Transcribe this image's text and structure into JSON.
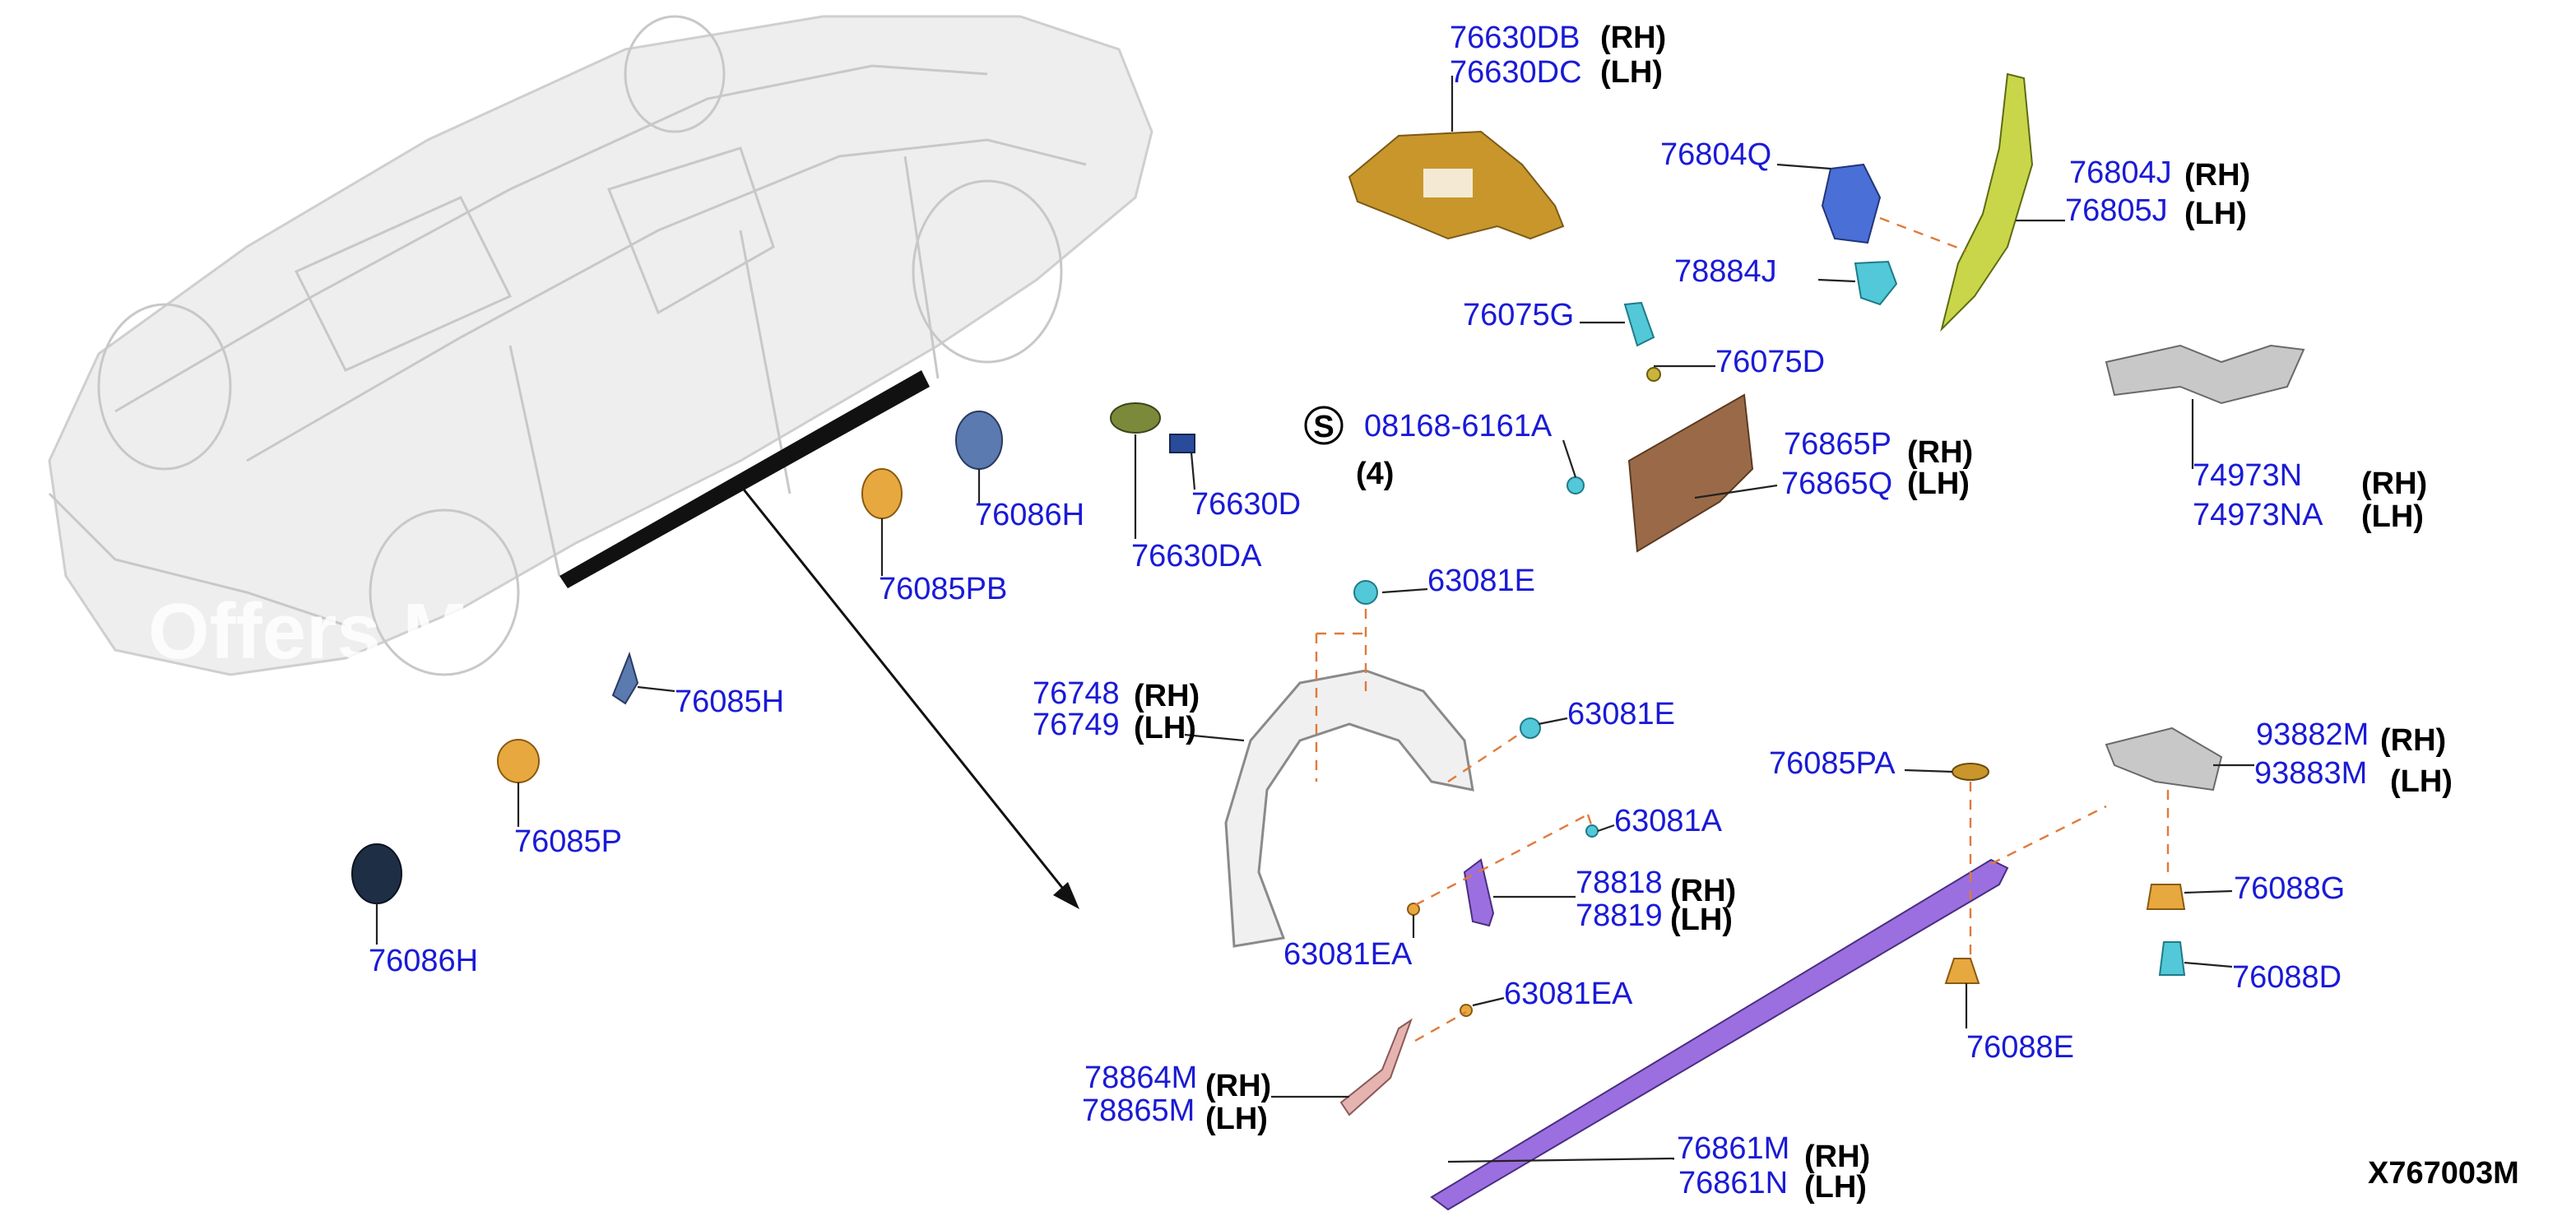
{
  "figure_code": "X767003M",
  "watermark": "Offers M",
  "note_s_symbol": "S",
  "note_qty": "(4)",
  "labels": {
    "p76630DB": "76630DB",
    "p76630DC": "76630DC",
    "p76804Q": "76804Q",
    "p76804J": "76804J",
    "p76805J": "76805J",
    "p78884J": "78884J",
    "p76075G": "76075G",
    "p76075D": "76075D",
    "p08168": "08168-6161A",
    "p76865P": "76865P",
    "p76865Q": "76865Q",
    "p74973N": "74973N",
    "p74973NA": "74973NA",
    "p76086H_a": "76086H",
    "p76630D": "76630D",
    "p76630DA": "76630DA",
    "p76085PB": "76085PB",
    "p63081E_a": "63081E",
    "p63081E_b": "63081E",
    "p76748": "76748",
    "p76749": "76749",
    "p76085H": "76085H",
    "p76085P": "76085P",
    "p76086H_b": "76086H",
    "p63081A": "63081A",
    "p78818": "78818",
    "p78819": "78819",
    "p63081EA_a": "63081EA",
    "p63081EA_b": "63081EA",
    "p76085PA": "76085PA",
    "p93882M": "93882M",
    "p93883M": "93883M",
    "p76088G": "76088G",
    "p76088D": "76088D",
    "p76088E": "76088E",
    "p78864M": "78864M",
    "p78865M": "78865M",
    "p76861M": "76861M",
    "p76861N": "76861N"
  },
  "side": {
    "rh": "(RH)",
    "lh": "(LH)"
  },
  "colors": {
    "label_blue": "#1a1ad6",
    "side_black": "#000000",
    "dashed_orange": "#e07a3a",
    "sill_purple": "#9b6fe0",
    "bracket_gold": "#c8962a",
    "panel_brown": "#9a6a48",
    "mudflap_lime": "#c9d64a"
  }
}
